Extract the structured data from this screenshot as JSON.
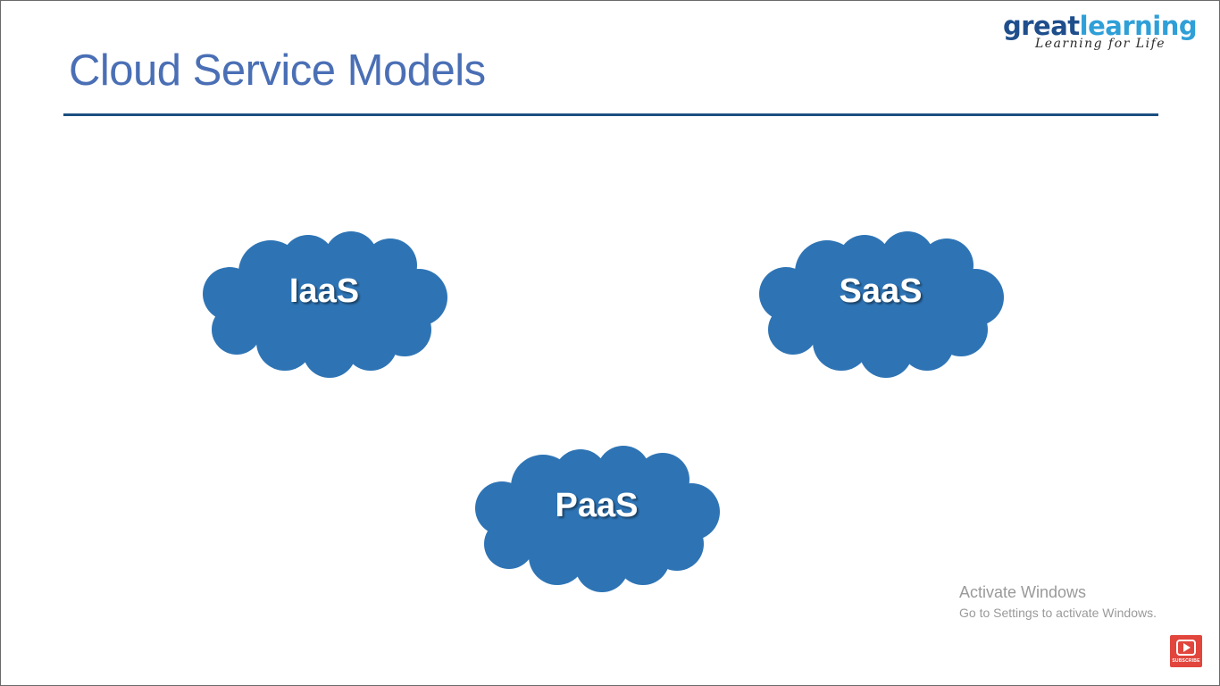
{
  "slide": {
    "title": "Cloud Service Models"
  },
  "logo": {
    "name_part1": "great",
    "name_part2": "learning",
    "tagline": "Learning for Life"
  },
  "clouds": [
    {
      "label": "IaaS"
    },
    {
      "label": "SaaS"
    },
    {
      "label": "PaaS"
    }
  ],
  "cloud_color": "#2e74b5",
  "watermark": {
    "title": "Activate Windows",
    "subtitle": "Go to Settings to activate Windows."
  },
  "subscribe": {
    "label": "SUBSCRIBE"
  }
}
